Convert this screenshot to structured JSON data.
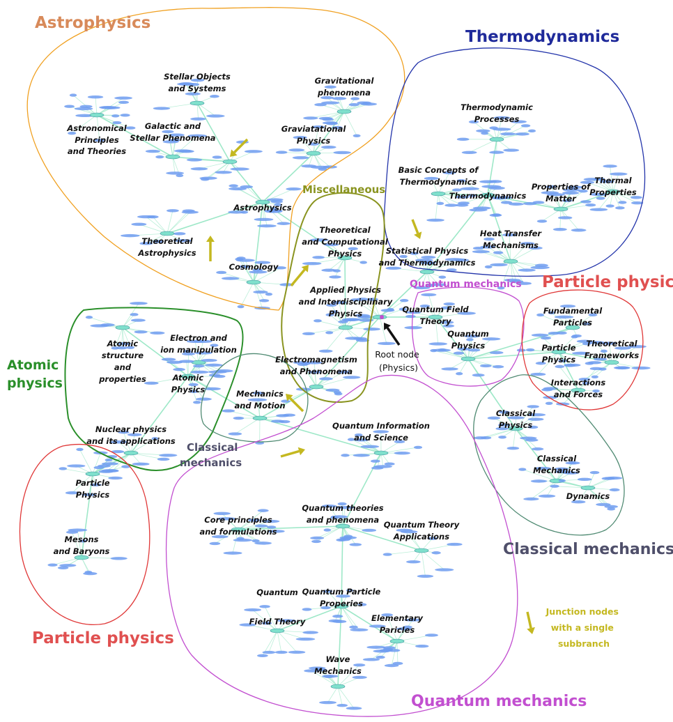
{
  "colors": {
    "astrophysics": "#f0a020",
    "astrophysics_title": "#d88a5a",
    "thermodynamics": "#2233aa",
    "thermodynamics_title": "#1f2a9a",
    "miscellaneous": "#8a9420",
    "quantum": "#c24fd0",
    "quantum_title": "#c24fd0",
    "particle": "#e03838",
    "particle_title": "#e05050",
    "atomic": "#2a8f2a",
    "classical_outline": "#4f8a72",
    "classical_title": "#4f4f6a",
    "junction_arrow": "#c4b820",
    "root_arrow": "#111111",
    "edge": "#9ee8c8",
    "node_fill": "#6f9cf0",
    "node_hub_fill": "#7fe0cc"
  },
  "groups": {
    "astrophysics": "Astrophysics",
    "thermodynamics": "Thermodynamics",
    "miscellaneous": "Miscellaneous",
    "quantum_small": "Quantum mechanics",
    "particle_right": "Particle physics",
    "atomic": [
      "Atomic",
      "physics"
    ],
    "classical_small": [
      "Classical",
      "mechanics"
    ],
    "classical_big": "Classical mechanics",
    "particle_left": "Particle physics",
    "quantum_big": "Quantum mechanics"
  },
  "labels": {
    "stellar_objects": [
      "Stellar Objects",
      "and Systems"
    ],
    "gravitational_phenomena": [
      "Gravitational",
      "phenomena"
    ],
    "astronomical_principles": [
      "Astronomical",
      "Principles",
      "and Theories"
    ],
    "galactic_stellar": [
      "Galactic and",
      "Stellar Phenomena"
    ],
    "graviatational_physics": [
      "Graviatational",
      "Physics"
    ],
    "astrophysics": [
      "Astrophysics"
    ],
    "theoretical_astrophysics": [
      "Theoretical",
      "Astrophysics"
    ],
    "cosmology": [
      "Cosmology"
    ],
    "thermodynamic_processes": [
      "Thermodynamic",
      "Processes"
    ],
    "basic_concepts": [
      "Basic Concepts of",
      "Thermodynamics"
    ],
    "thermodynamics": [
      "Thermodynamics"
    ],
    "properties_of_matter": [
      "Properties of",
      "Matter"
    ],
    "thermal_properties": [
      "Thermal",
      "Properties"
    ],
    "heat_transfer": [
      "Heat Transfer",
      "Mechanisms"
    ],
    "theoretical_computational": [
      "Theoretical",
      "and Computational",
      "Physics"
    ],
    "statistical_physics": [
      "Statistical Physics",
      "and Thermodynamics"
    ],
    "applied_physics": [
      "Applied Physics",
      "and Interdisciplinary",
      "Physics"
    ],
    "qft_top": [
      "Quantum Field",
      "Theory"
    ],
    "quantum_physics": [
      "Quantum",
      "Physics"
    ],
    "fundamental_particles": [
      "Fundamental",
      "Particles"
    ],
    "particle_physics_right": [
      "Particle",
      "Physics"
    ],
    "theoretical_frameworks": [
      "Theoretical",
      "Frameworks"
    ],
    "interactions_forces": [
      "Interactions",
      "and Forces"
    ],
    "atomic_structure": [
      "Atomic",
      "structure",
      "and",
      "properties"
    ],
    "electron_ion": [
      "Electron and",
      "ion manipulation"
    ],
    "atomic_physics": [
      "Atomic",
      "Physics"
    ],
    "nuclear_physics": [
      "Nuclear physics",
      "and its applications"
    ],
    "electromagnetism": [
      "Electromagnetism",
      "and Phenomena"
    ],
    "mechanics_motion": [
      "Mechanics",
      "and Motion"
    ],
    "classical_physics": [
      "Classical",
      "Physics"
    ],
    "classical_mechanics_node": [
      "Classical",
      "Mechanics"
    ],
    "dynamics": [
      "Dynamics"
    ],
    "particle_physics_left": [
      "Particle",
      "Physics"
    ],
    "mesons_baryons": [
      "Mesons",
      "and Baryons"
    ],
    "quantum_information": [
      "Quantum Information",
      "and Science"
    ],
    "core_principles": [
      "Core principles",
      "and formulations"
    ],
    "quantum_theories": [
      "Quantum theories",
      "and phenomena"
    ],
    "quantum_theory_applications": [
      "Quantum Theory",
      "Applications"
    ],
    "quantum_particle_properies": [
      "Quantum Particle",
      "Properies"
    ],
    "qft_bottom": [
      "Quantum",
      "Field Theory"
    ],
    "elementary_paricles": [
      "Elementary",
      "Paricles"
    ],
    "wave_mechanics": [
      "Wave",
      "Mechanics"
    ]
  },
  "root_node": [
    "Root node",
    "(Physics)"
  ],
  "legend": [
    "Junction nodes",
    "with a single",
    "subbranch"
  ]
}
